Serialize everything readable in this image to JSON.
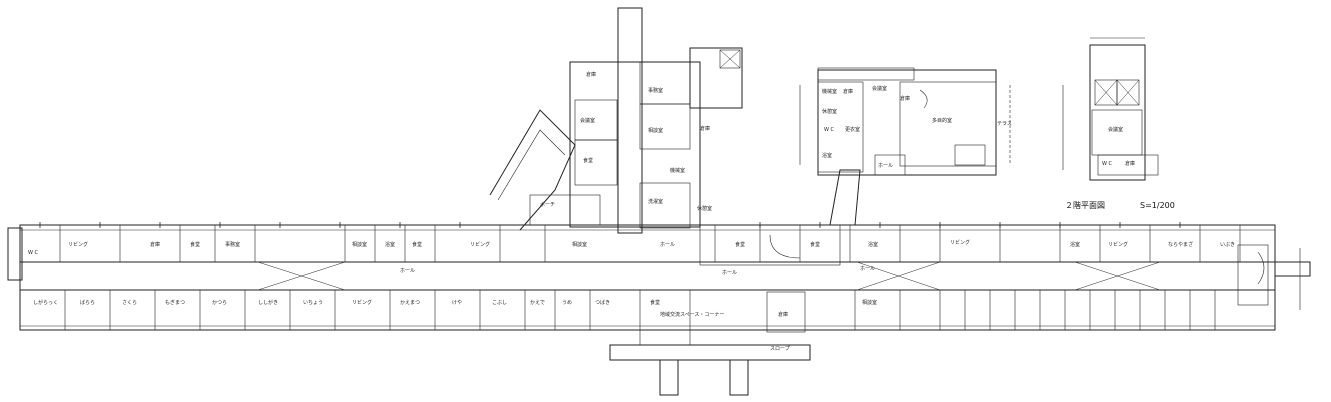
{
  "floor2": {
    "title": "２階平面図",
    "scale": "S=1/200"
  },
  "room_labels": {
    "w1": "リビング",
    "w2": "W C",
    "w3": "倉庫",
    "w4": "食堂",
    "w5": "事務室",
    "w6": "相談室",
    "w7": "浴室",
    "w8": "リビング",
    "w9": "ホール",
    "w10": "食堂",
    "w11": "相談室",
    "w12": "ホール",
    "s1": "しがらっく",
    "s2": "ばらら",
    "s3": "さくら",
    "s4": "もぎまつ",
    "s5": "かつら",
    "s6": "ししがき",
    "s7": "いちょう",
    "s8": "リビング",
    "s9": "かえまつ",
    "s10": "けや",
    "s11": "こぶし",
    "s12": "かえで",
    "s13": "うめ",
    "s14": "つばき",
    "c1": "食堂",
    "c2": "地域交流スペース・コーナー",
    "c3": "倉庫",
    "c4": "事務室",
    "c5": "相談室",
    "c6": "会議室",
    "c7": "食堂",
    "c8": "洗濯室",
    "c9": "休憩室",
    "c10": "機械室",
    "c11": "ホール",
    "c12": "食堂",
    "c13": "ポーチ",
    "c14": "スロープ",
    "e1": "ホール",
    "e2": "食堂",
    "e3": "浴室",
    "e4": "リビング",
    "e5": "リビング",
    "e6": "ならやまざ",
    "e7": "いぶき",
    "e8": "浴室",
    "e9": "相談室",
    "n1": "機械室",
    "n2": "倉庫",
    "n3": "会議室",
    "n4": "休憩室",
    "n5": "更衣室",
    "n6": "W C",
    "n7": "浴室",
    "n8": "倉庫",
    "u1": "会議室",
    "u2": "多目的室",
    "u3": "W C",
    "u4": "倉庫",
    "u5": "ホール",
    "u6": "テラス",
    "u7": "倉庫",
    "u8": "倉庫"
  }
}
